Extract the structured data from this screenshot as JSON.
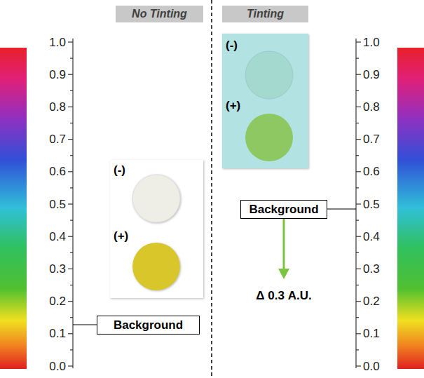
{
  "diagram": {
    "nodes": [
      {
        "text": [
          "No Tinting"
        ]
      },
      {
        "text": [
          "Tinting"
        ]
      },
      {
        "text": [
          "Background"
        ]
      },
      {
        "text": [
          "Background"
        ]
      }
    ],
    "labels": [
      "1.0",
      "0.9",
      "0.8",
      "0.7",
      "0.6",
      "0.5",
      "0.4",
      "0.3",
      "0.2",
      "0.1",
      "0.0",
      "1.0",
      "0.9",
      "0.8",
      "0.7",
      "0.6",
      "0.5",
      "0.4",
      "0.3",
      "0.2",
      "0.1",
      "0.0",
      "(-)",
      "(+)",
      "(-)",
      "(+)",
      "Δ 0.3 A.U."
    ]
  }
}
